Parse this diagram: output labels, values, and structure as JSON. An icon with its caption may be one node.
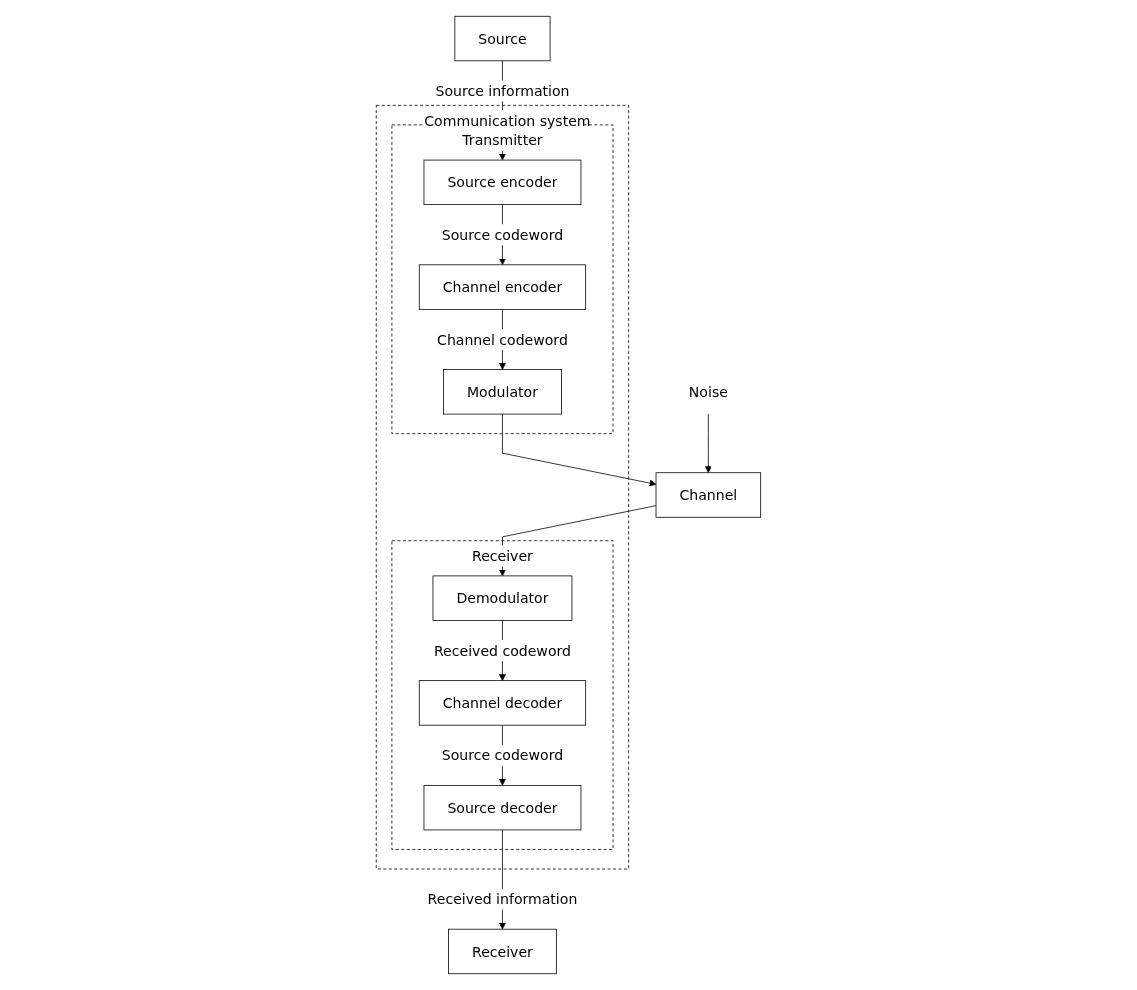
{
  "diagram": {
    "nodes": [
      {
        "text": [
          "Communication system"
        ]
      },
      {
        "text": [
          "Transmitter"
        ],
        "in": 0
      },
      {
        "text": [
          "Source encoder"
        ],
        "in": 1
      },
      {
        "text": [
          "Channel encoder"
        ],
        "in": 1
      },
      {
        "text": [
          "Modulator"
        ],
        "in": 1
      },
      {
        "text": [
          "Receiver"
        ],
        "in": 0
      },
      {
        "text": [
          "Source decoder"
        ],
        "in": 5
      },
      {
        "text": [
          "Channel decoder"
        ],
        "in": 5
      },
      {
        "text": [
          "Demodulator"
        ],
        "in": 5
      },
      {
        "text": [
          "Source"
        ]
      },
      {
        "text": [
          "Receiver"
        ]
      },
      {
        "text": [
          "Channel"
        ]
      },
      {
        "text": [
          "Noise"
        ]
      }
    ],
    "edges": [
      {
        "from": 9,
        "to": 2,
        "arrow": "to",
        "label": "Source information"
      },
      {
        "from": 2,
        "to": 3,
        "arrow": "to",
        "label": "Source codeword"
      },
      {
        "from": 3,
        "to": 4,
        "arrow": "to",
        "label": "Channel codeword"
      },
      {
        "from": 4,
        "to": 11,
        "arrow": "to"
      },
      {
        "from": 11,
        "to": 8,
        "arrow": "to"
      },
      {
        "from": 8,
        "to": 7,
        "arrow": "to",
        "label": "Received codeword"
      },
      {
        "from": 7,
        "to": 6,
        "arrow": "to",
        "label": "Source codeword"
      },
      {
        "from": 6,
        "to": 10,
        "arrow": "to",
        "label": "Received information"
      },
      {
        "from": 12,
        "to": 11,
        "arrow": "to"
      }
    ]
  }
}
